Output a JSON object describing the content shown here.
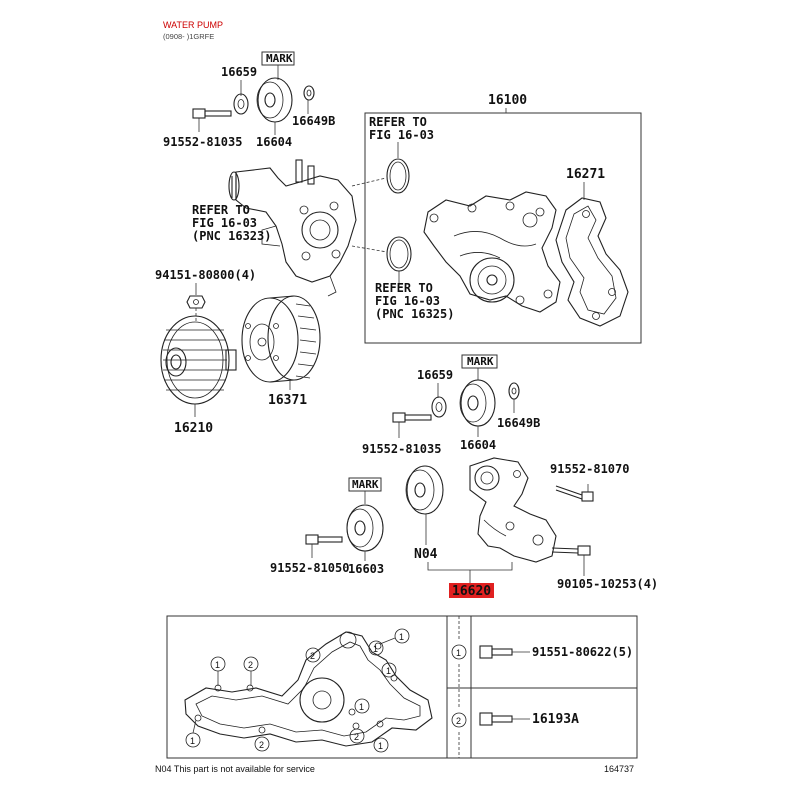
{
  "header": {
    "title": "WATER PUMP",
    "subtitle": "(0908- )1GRFE",
    "title_color": "#cc0000"
  },
  "labels": {
    "mark_top": "MARK",
    "p16659_top": "16659",
    "p16649b_top": "16649B",
    "p16604_top": "16604",
    "p91552_81035_top": "91552-81035",
    "p16100": "16100",
    "refer1_line1": "REFER TO",
    "refer1_line2": "FIG 16-03",
    "p16271": "16271",
    "refer2_line1": "REFER TO",
    "refer2_line2": "FIG 16-03",
    "refer2_line3": "(PNC 16323)",
    "refer3_line1": "REFER TO",
    "refer3_line2": "FIG 16-03",
    "refer3_line3": "(PNC 16325)",
    "p94151": "94151-80800(4)",
    "p16210": "16210",
    "p16371": "16371",
    "mark_mid": "MARK",
    "p16659_mid": "16659",
    "p16649b_mid": "16649B",
    "p16604_mid": "16604",
    "p91552_81035_mid": "91552-81035",
    "p91552_81070": "91552-81070",
    "mark_low": "MARK",
    "p91552_81050": "91552-81050",
    "p16603": "16603",
    "n04": "N04",
    "p90105": "90105-10253(4)",
    "p16620": "16620",
    "p16620_color": "#e02020"
  },
  "legend_table": {
    "row1_num": "1",
    "row1_part": "91551-80622(5)",
    "row2_num": "2",
    "row2_part": "16193A"
  },
  "gasket_callouts": {
    "n1": "1",
    "n2": "2"
  },
  "footer": {
    "note": "N04  This part is not available for service",
    "fig_number": "164737"
  }
}
